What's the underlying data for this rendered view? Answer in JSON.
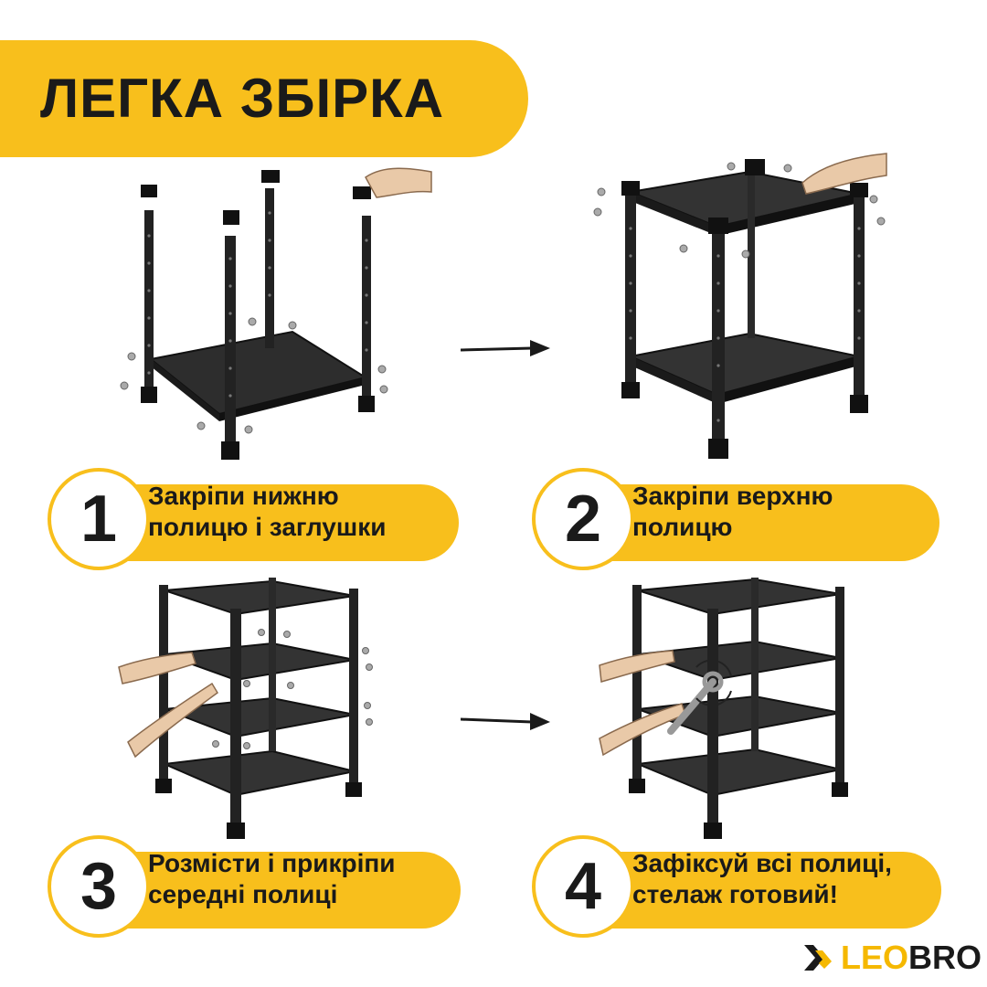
{
  "title": "ЛЕГКА ЗБІРКА",
  "accent_color": "#f8bf1c",
  "steps": [
    {
      "number": "1",
      "line1": "Закріпи нижню",
      "line2": "полицю і заглушки"
    },
    {
      "number": "2",
      "line1": "Закріпи верхню",
      "line2": "полицю"
    },
    {
      "number": "3",
      "line1": "Розмісти і прикріпи",
      "line2": "середні полиці"
    },
    {
      "number": "4",
      "line1": "Зафіксуй всі полиці,",
      "line2": "стелаж готовий!"
    }
  ],
  "brand": {
    "part1": "LEO",
    "part2": "BRO",
    "icon": "leobro-logo-icon"
  }
}
